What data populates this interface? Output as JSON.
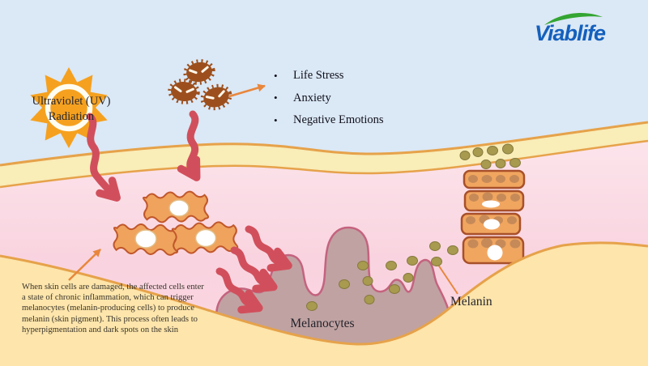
{
  "brand": {
    "name": "Viablife",
    "blue": "#1460bd",
    "green": "#33a532"
  },
  "sun": {
    "label_line1": "Ultraviolet (UV)",
    "label_line2": "Radiation"
  },
  "stress": {
    "bullet": "•",
    "items": [
      {
        "label": "Life Stress"
      },
      {
        "label": "Anxiety"
      },
      {
        "label": "Negative Emotions"
      }
    ]
  },
  "diagram_labels": {
    "melanocytes": "Melanocytes",
    "melanin": "Melanin"
  },
  "description": {
    "text": "When skin cells are damaged, the affected cells enter a state of chronic inflammation, which can trigger melanocytes (melanin-producing cells) to produce melanin (skin pigment). This process often leads to hyperpigmentation and dark spots on the skin"
  },
  "icons": {
    "sun": "sun-icon",
    "stress_cells": "stress-cell-icon",
    "leaf": "leaf-icon",
    "red_arrows": "wavy-arrow-icon",
    "melanin_dot": "melanin-dot"
  },
  "colors": {
    "sky": "#dbe8f5",
    "stratum_corneum": "#f9edb8",
    "layer_line": "#e6a24a",
    "dermis_pink_top": "#fce4eb",
    "dermis_pink_bottom": "#f8cfdc",
    "subcutis_tan": "#fde5ab",
    "melanocyte_fill": "#c0a2a2",
    "melanocyte_outline": "#c4637f",
    "red_arrow": "#d14f5c",
    "annotation_arrow": "#e8873c",
    "skin_cell_fill": "#efa35d",
    "skin_cell_stroke": "#c1572b",
    "keratinocyte_fill": "#f1a660",
    "keratinocyte_stroke": "#a8502a",
    "pigment_granule": "#c68a58",
    "melanin": "#a89a4e",
    "stress_cell_brown": "#9c4f1d",
    "sun_orange": "#f5a11f"
  }
}
